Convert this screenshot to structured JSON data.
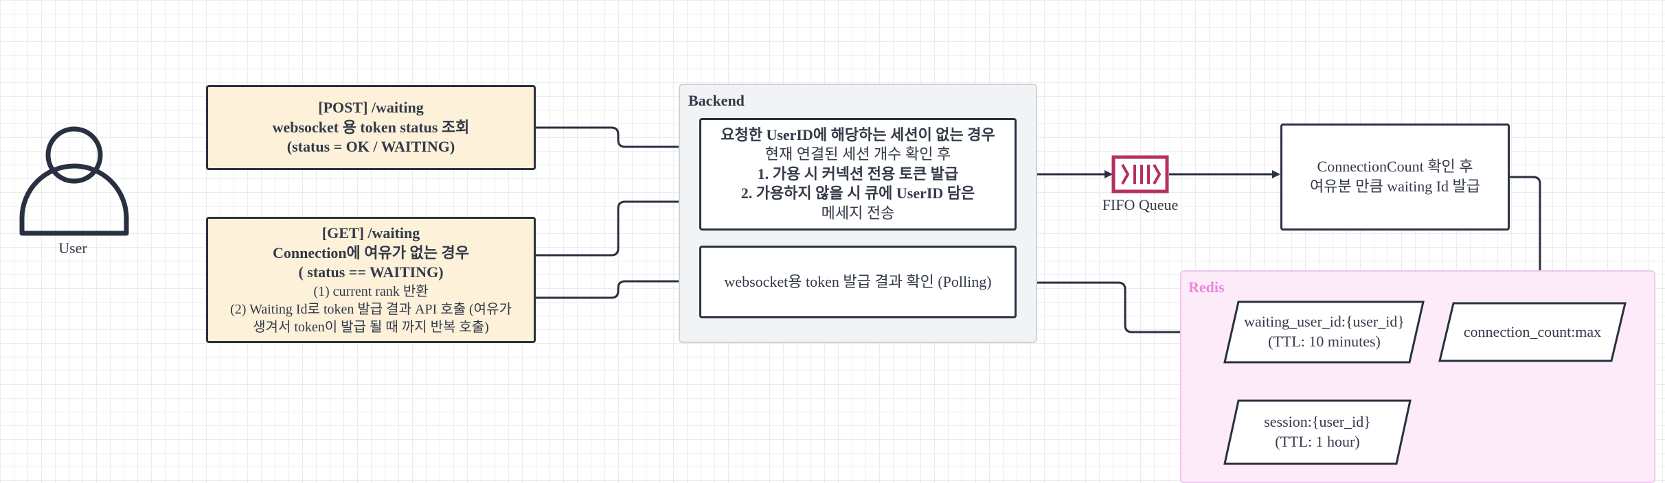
{
  "user": {
    "label": "User"
  },
  "post_box": {
    "line1": "[POST] /waiting",
    "line2": "websocket 용 token status 조회",
    "line3": "(status = OK / WAITING)"
  },
  "get_box": {
    "line1": "[GET] /waiting",
    "line2": "Connection에 여유가 없는 경우",
    "line3": "( status == WAITING)",
    "line4": "(1)  current rank 반환",
    "line5": "(2) Waiting Id로 token 발급 결과 API 호출 (여유가",
    "line6": "생겨서 token이 발급 될 때 까지 반복 호출)"
  },
  "backend": {
    "title": "Backend",
    "session_check": {
      "line1": "요청한 UserID에 해당하는 세션이 없는 경우",
      "line2": "현재 연결된 세션 개수 확인 후",
      "line3": "1. 가용 시 커넥션 전용 토큰 발급",
      "line4": "2. 가용하지 않을 시 큐에 UserID 담은",
      "line5": "메세지 전송"
    },
    "polling": "websocket용 token 발급 결과 확인 (Polling)"
  },
  "queue": {
    "label": "FIFO Queue"
  },
  "connection_count_box": {
    "line1": "ConnectionCount 확인 후",
    "line2": "여유분 만큼 waiting Id 발급"
  },
  "redis": {
    "title": "Redis",
    "waiting_key": {
      "line1": "waiting_user_id:{user_id}",
      "line2": "(TTL: 10 minutes)"
    },
    "count_key": {
      "line1": "connection_count:max"
    },
    "session_key": {
      "line1": "session:{user_id}",
      "line2": "(TTL: 1 hour)"
    }
  },
  "colors": {
    "stroke": "#293140",
    "api_fill": "#fdf1da",
    "backend_fill": "#f2f3f5",
    "redis_fill": "#fdebfa",
    "redis_title": "#e889d8",
    "queue_accent": "#b5305e"
  },
  "icons": {
    "user": "user-icon",
    "queue": "fifo-queue-icon"
  }
}
